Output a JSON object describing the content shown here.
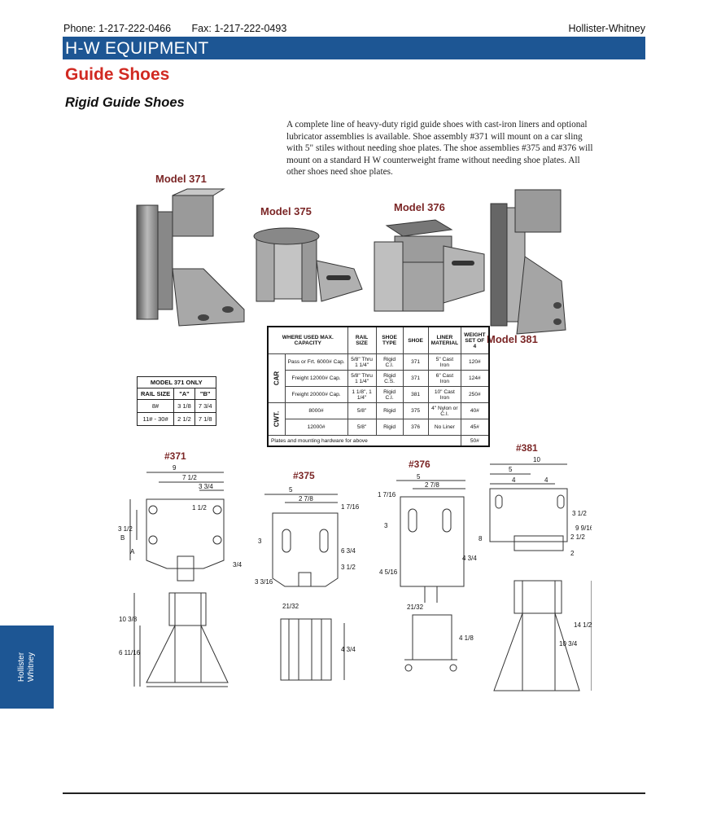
{
  "header": {
    "phone": "Phone: 1-217-222-0466",
    "fax": "Fax: 1-217-222-0493",
    "company": "Hollister-Whitney"
  },
  "band": "H-W EQUIPMENT",
  "title": "Guide Shoes",
  "subtitle": "Rigid Guide Shoes",
  "intro": "A complete line of heavy-duty rigid guide shoes with cast-iron liners and optional lubricator assemblies is available. Shoe assembly #371 will mount on a car sling with 5\" stiles without needing shoe plates. The shoe assemblies #375 and #376 will mount on a standard H W counterweight frame without needing shoe plates. All other shoes need shoe plates.",
  "models": {
    "m371": "Model 371",
    "m375": "Model 375",
    "m376": "Model 376",
    "m381": "Model 381"
  },
  "table371": {
    "title": "MODEL 371 ONLY",
    "headers": [
      "RAIL SIZE",
      "\"A\"",
      "\"B\""
    ],
    "rows": [
      [
        "8#",
        "3 1/8",
        "7 3/4"
      ],
      [
        "11# - 30#",
        "2 1/2",
        "7 1/8"
      ]
    ]
  },
  "spec": {
    "headers": [
      "WHERE USED MAX. CAPACITY",
      "RAIL SIZE",
      "SHOE TYPE",
      "SHOE",
      "LINER MATERIAL",
      "WEIGHT SET OF 4"
    ],
    "car_label": "CAR",
    "cwt_label": "CWT.",
    "car_rows": [
      [
        "Pass or Frt. 6000# Cap.",
        "5/8\" Thru 1 1/4\"",
        "Rigid C.I.",
        "371",
        "5\" Cast Iron",
        "120#"
      ],
      [
        "Freight 12000# Cap.",
        "5/8\" Thru 1 1/4\"",
        "Rigid C.S.",
        "371",
        "6\" Cast Iron",
        "124#"
      ],
      [
        "Freight 20000# Cap.",
        "1 1/8\", 1 1/4\"",
        "Rigid C.I.",
        "381",
        "10\" Cast Iron",
        "250#"
      ]
    ],
    "cwt_rows": [
      [
        "8000#",
        "5/8\"",
        "Rigid",
        "375",
        "4\" Nylon or C.I.",
        "40#"
      ],
      [
        "12000#",
        "5/8\"",
        "Rigid",
        "376",
        "No Liner",
        "45#"
      ]
    ],
    "footer": "Plates and mounting hardware for above",
    "footer_value": "50#"
  },
  "diagrams": {
    "d371": {
      "label": "#371",
      "dims": [
        "9",
        "7 1/2",
        "3 3/4",
        "1 1/2",
        "3 1/2",
        "B",
        "A",
        "3/4",
        "10 3/8",
        "6 11/16"
      ]
    },
    "d375": {
      "label": "#375",
      "dims": [
        "5",
        "2 7/8",
        "1 7/16",
        "3",
        "6 3/4",
        "3 1/2",
        "3 3/16",
        "21/32",
        "4 3/4"
      ]
    },
    "d376": {
      "label": "#376",
      "dims": [
        "5",
        "2 7/8",
        "1 7/16",
        "3",
        "8",
        "4 3/4",
        "4 5/16",
        "21/32",
        "4 1/8"
      ]
    },
    "d381": {
      "label": "#381",
      "dims": [
        "10",
        "5",
        "4",
        "4",
        "3 1/2",
        "9 9/16",
        "2 1/2",
        "2",
        "14 1/2",
        "10 3/4"
      ]
    }
  },
  "sidetab": {
    "line1": "Hollister",
    "line2": "Whitney"
  }
}
